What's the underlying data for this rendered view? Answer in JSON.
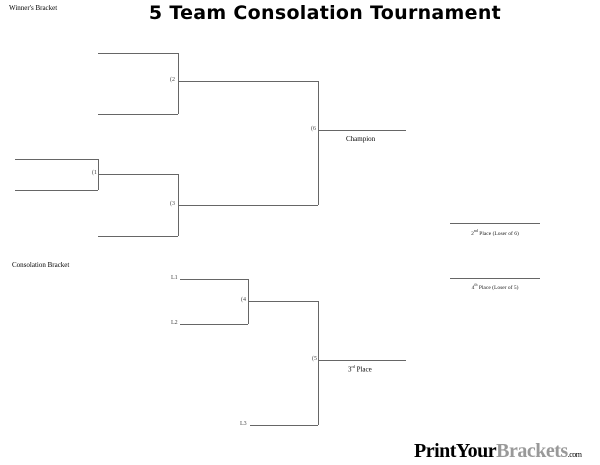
{
  "title": "5 Team Consolation Tournament",
  "winners_label": "Winner's Bracket",
  "consolation_label": "Consolation Bracket",
  "games": {
    "g1": "(1",
    "g2": "(2",
    "g3": "(3",
    "g4": "(4",
    "g5": "(5",
    "g6": "(6"
  },
  "losers": {
    "l1": "L1",
    "l2": "L2",
    "l3": "L3"
  },
  "champion": "Champion",
  "third": {
    "num": "3",
    "sup": "rd",
    "text": " Place"
  },
  "second": {
    "num": "2",
    "sup": "nd",
    "text": " Place (Loser of 6)"
  },
  "fourth": {
    "num": "4",
    "sup": "th",
    "text": " Place (Loser of 5)"
  },
  "logo": {
    "part1": "PrintYour",
    "part2": "Brackets",
    "part3": ".com"
  }
}
